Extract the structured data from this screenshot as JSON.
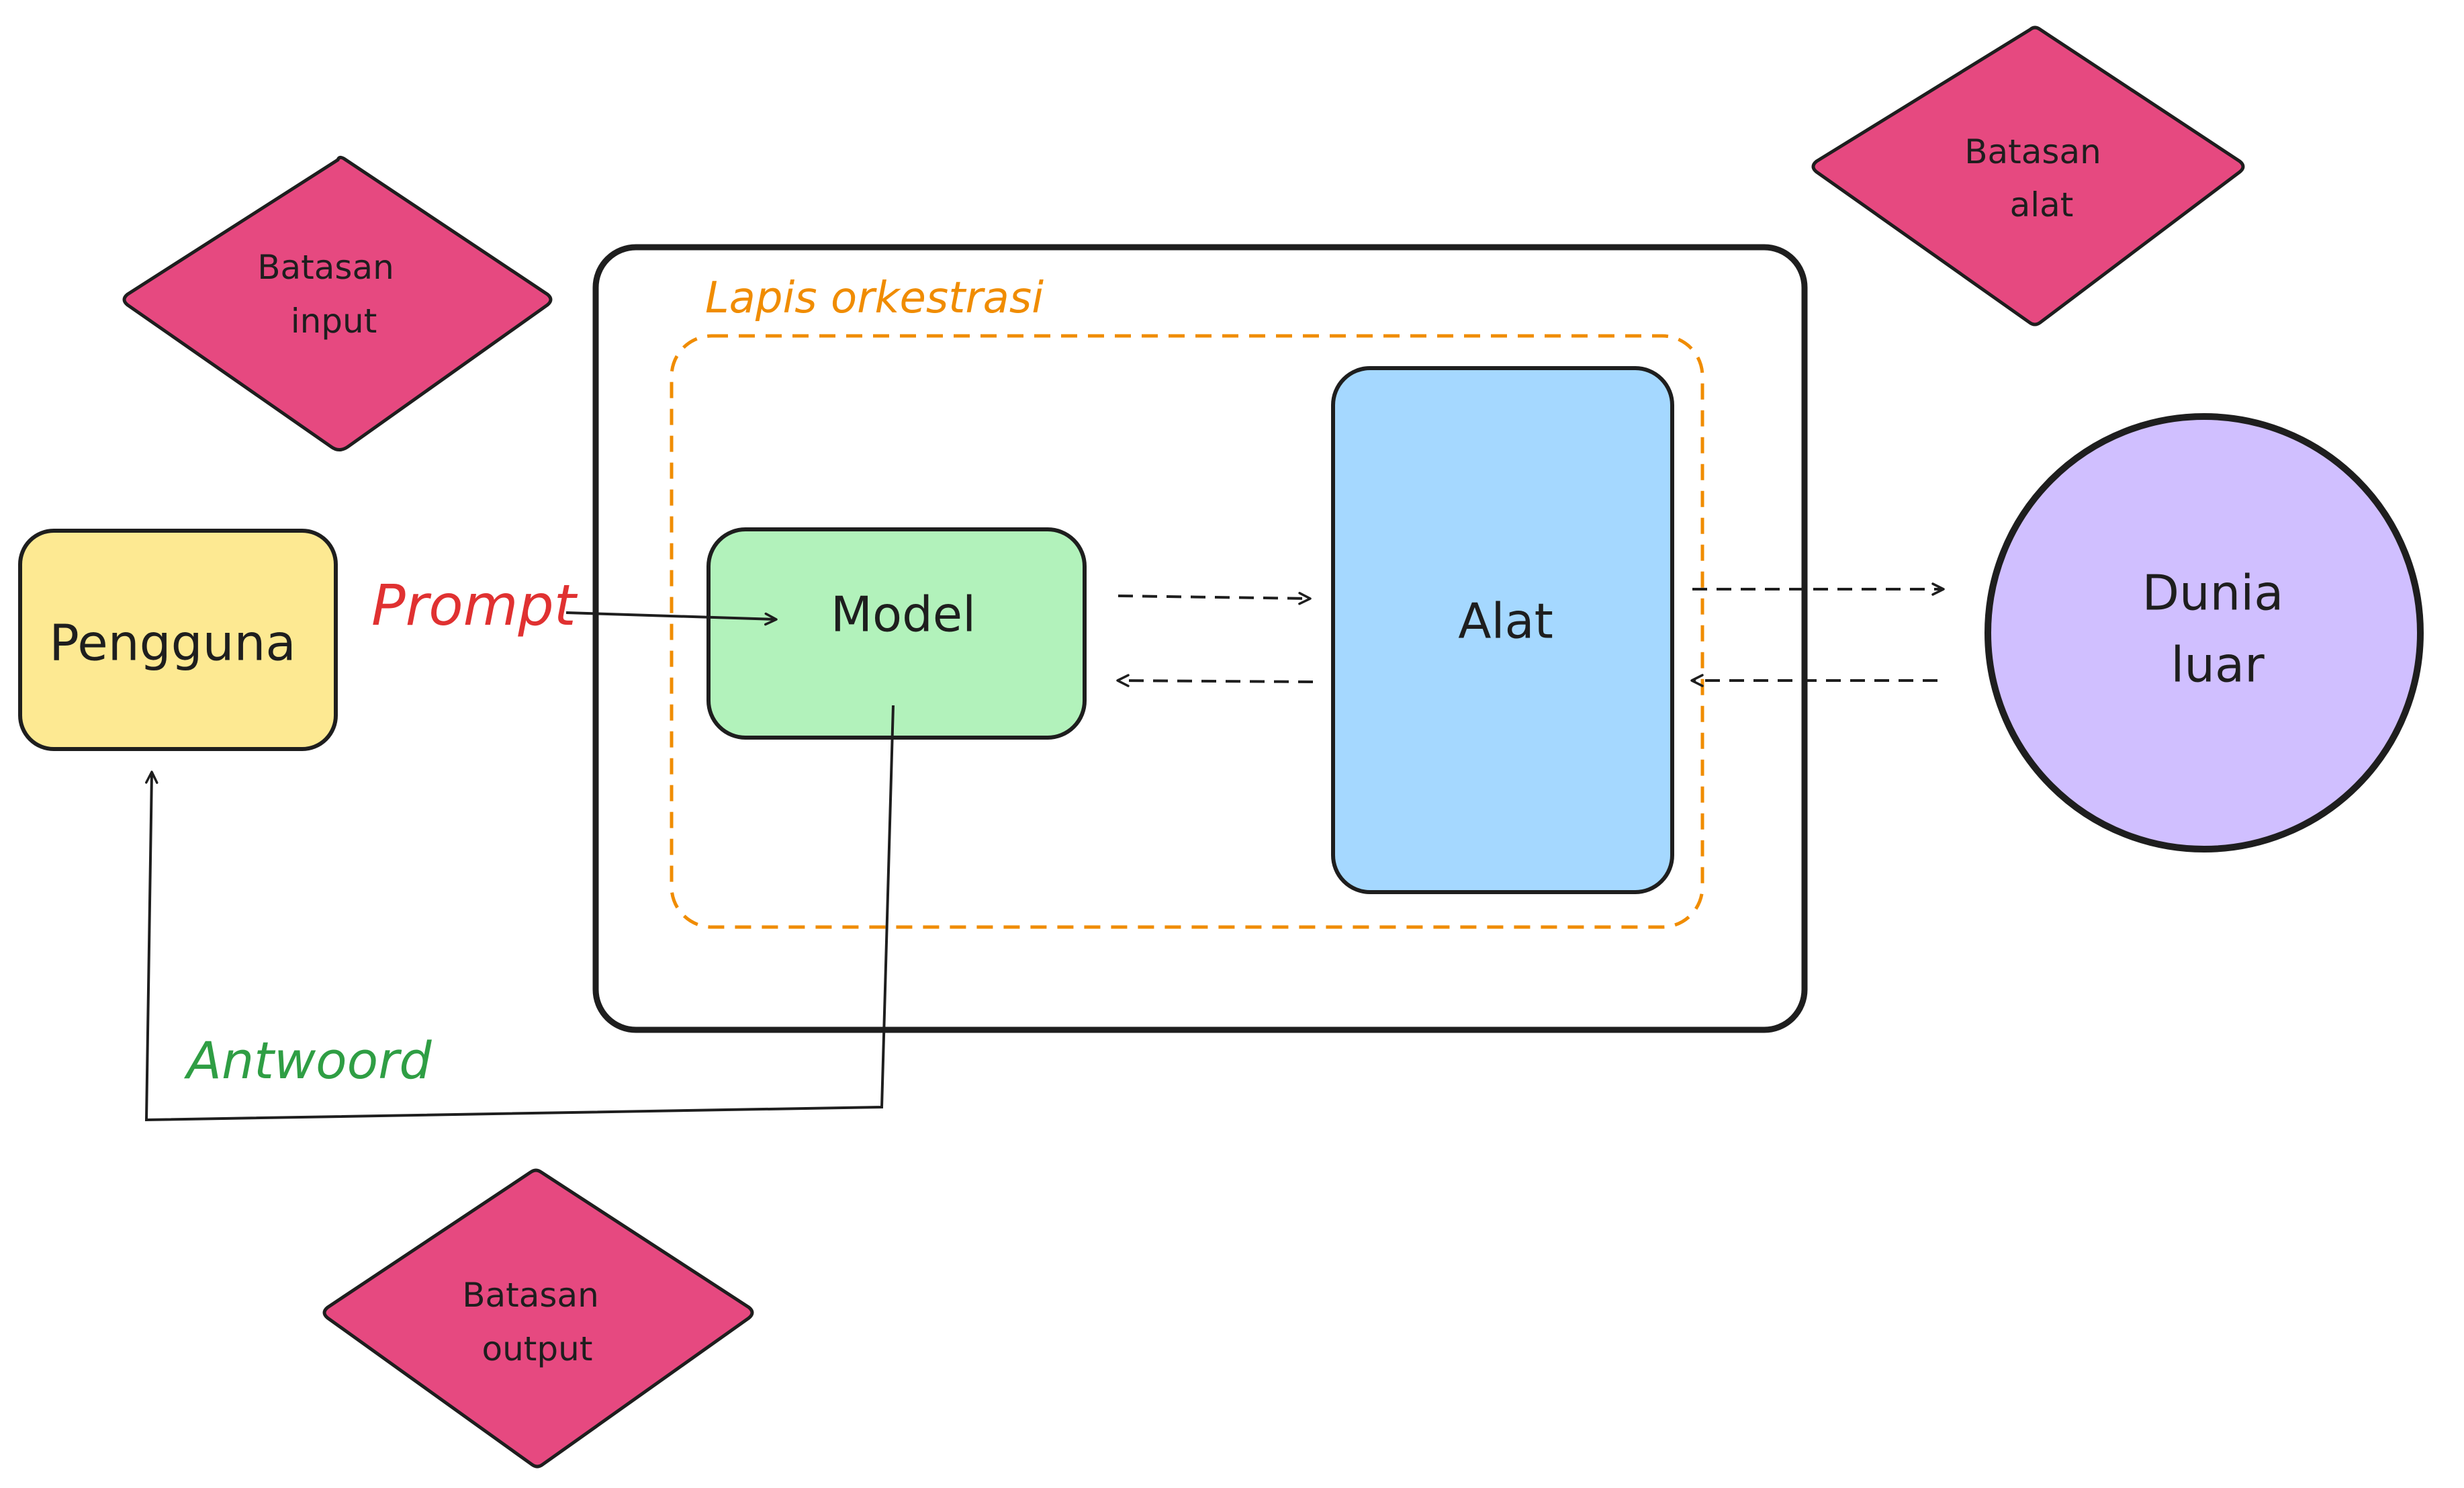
{
  "nodes": {
    "user": {
      "label": "Pengguna",
      "fill": "#fde992"
    },
    "model": {
      "label": "Model",
      "fill": "#b2f2bb"
    },
    "tool": {
      "label": "Alat",
      "fill": "#a5d8ff"
    },
    "world": {
      "label_line1": "Dunia",
      "label_line2": "luar",
      "fill": "#d0bfff"
    }
  },
  "groups": {
    "orchestration": {
      "label": "Lapis orkestrasi",
      "color": "#f08c00"
    }
  },
  "guards": {
    "input": {
      "line1": "Batasan",
      "line2": "input",
      "fill": "#e64980"
    },
    "tool": {
      "line1": "Batasan",
      "line2": "alat",
      "fill": "#e64980"
    },
    "output": {
      "line1": "Batasan",
      "line2": "output",
      "fill": "#e64980"
    }
  },
  "edges": {
    "prompt": {
      "label": "Prompt",
      "color": "#e03131"
    },
    "response": {
      "label": "Antwoord",
      "color": "#2f9e44"
    }
  },
  "colors": {
    "stroke": "#1e1e1e"
  }
}
